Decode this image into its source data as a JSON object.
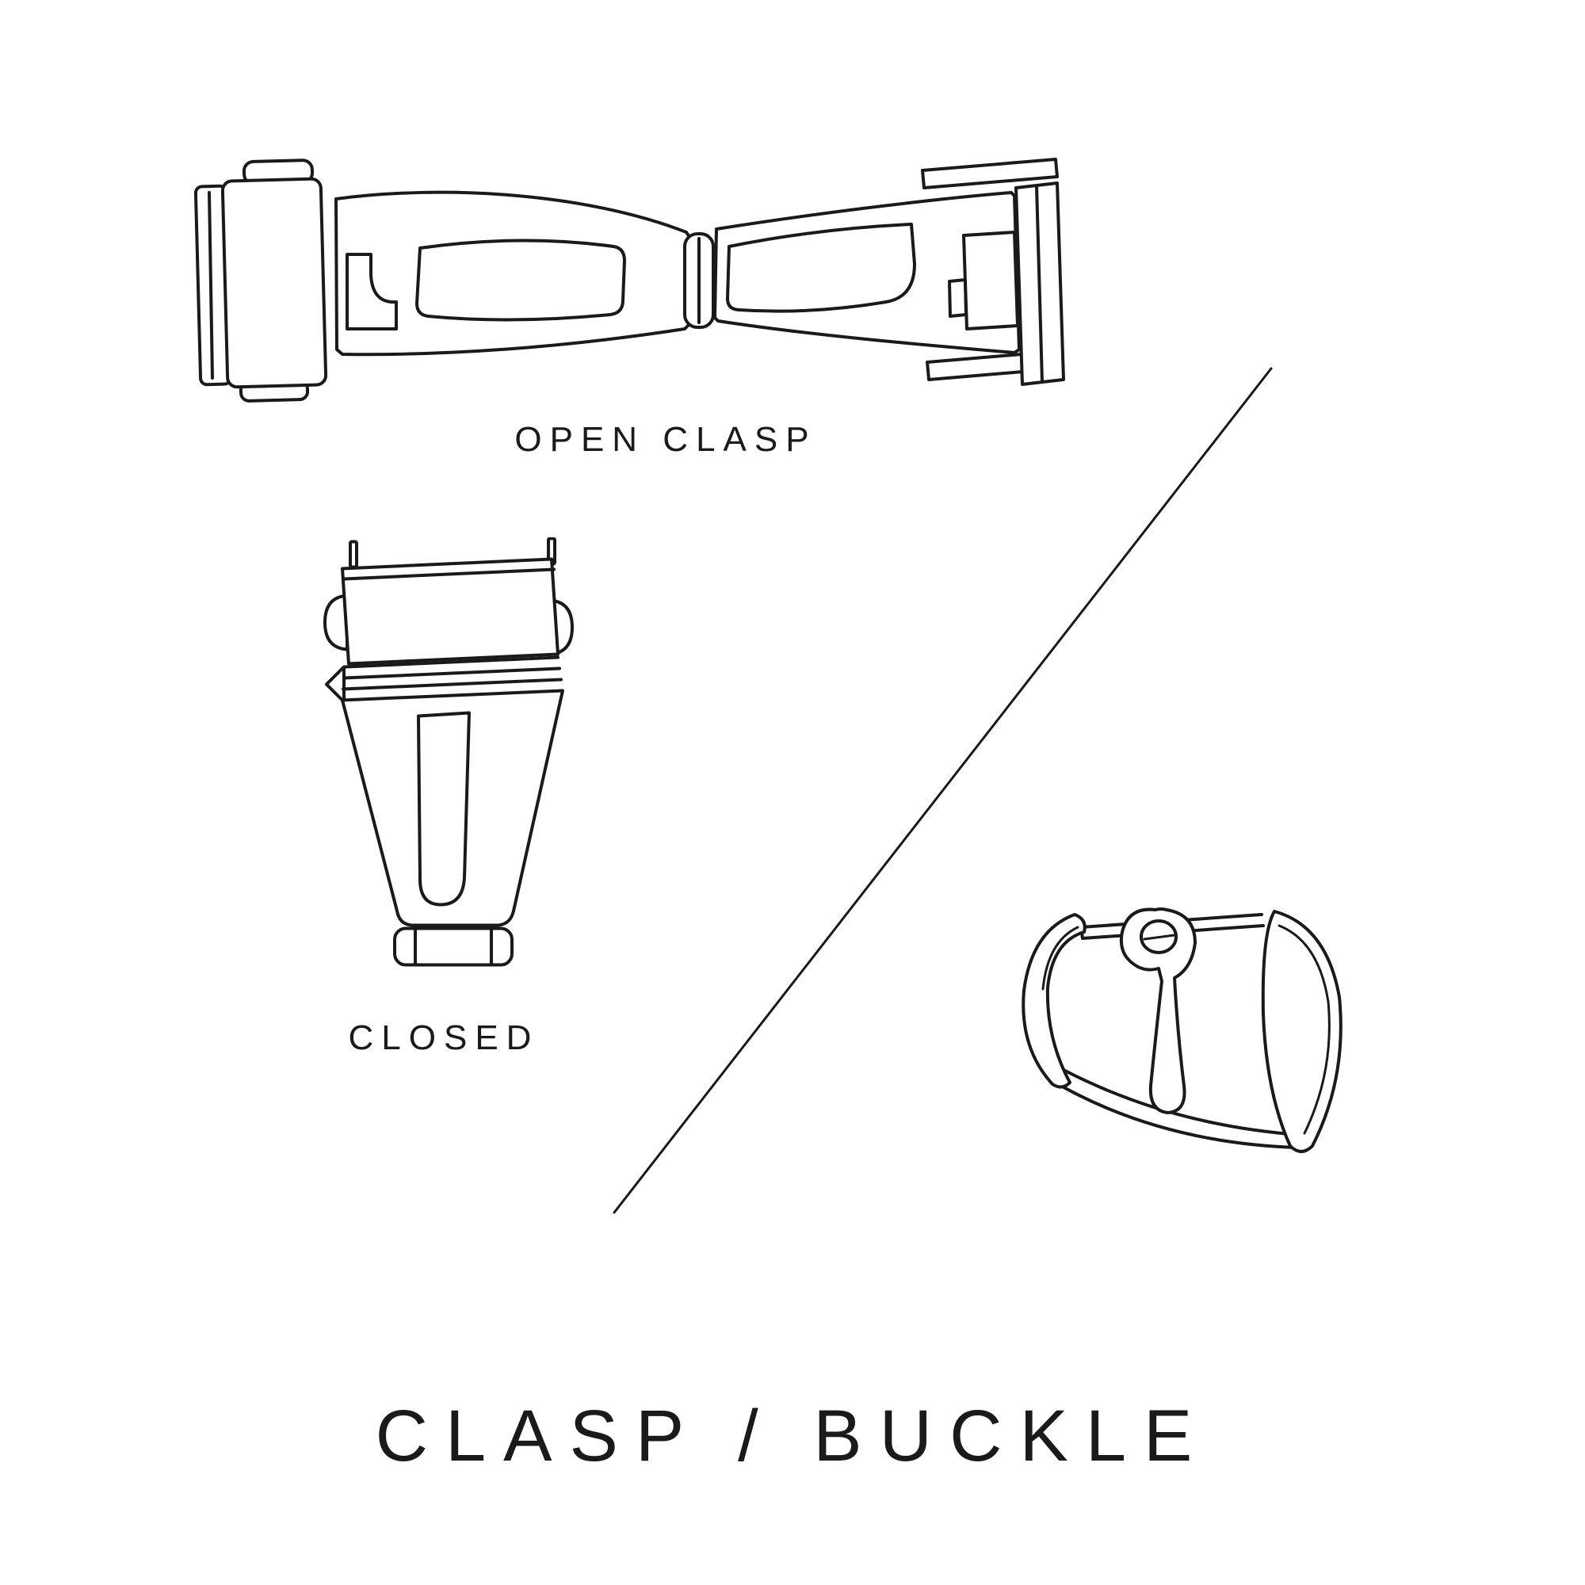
{
  "colors": {
    "background": "#ffffff",
    "ink": "#1a1a1a"
  },
  "figures": {
    "open_clasp": {
      "label": "OPEN CLASP",
      "illustration": "open-deployant-clasp-line-drawing"
    },
    "closed_clasp": {
      "label": "CLOSED",
      "illustration": "closed-deployant-clasp-line-drawing"
    },
    "buckle": {
      "illustration": "tang-buckle-line-drawing"
    }
  },
  "divider": {
    "type": "diagonal-line"
  },
  "title": "CLASP / BUCKLE"
}
